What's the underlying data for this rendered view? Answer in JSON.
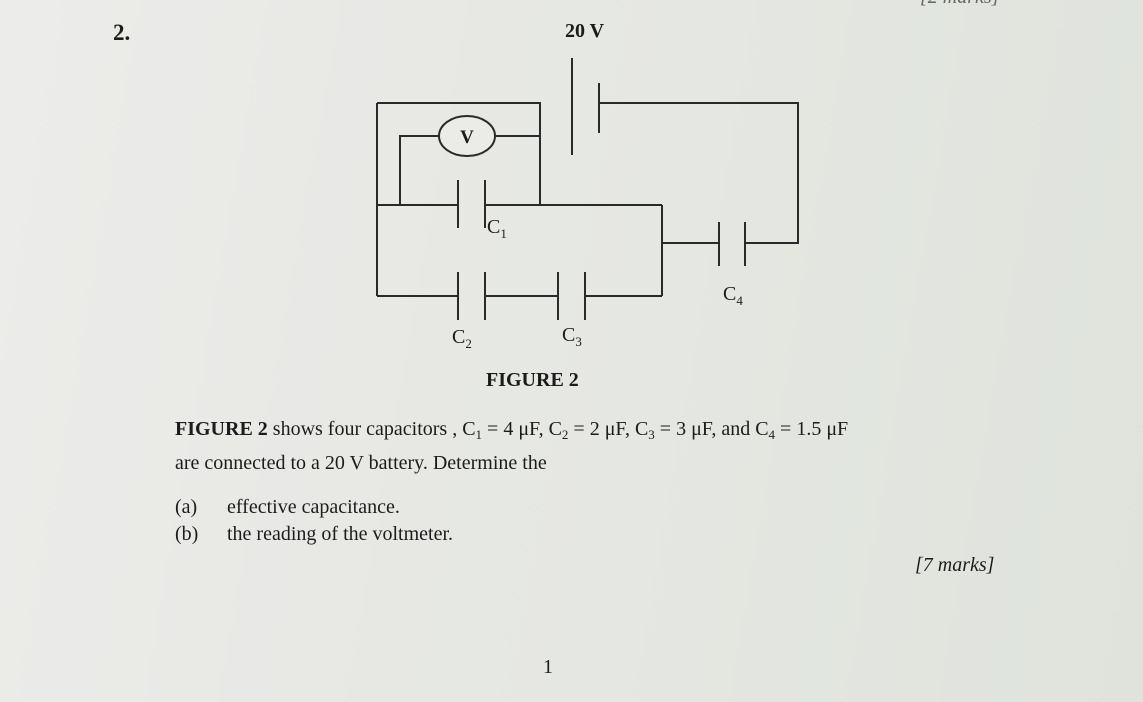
{
  "question": {
    "number": "2.",
    "top_marks_partial": "[2 marks]"
  },
  "figure": {
    "battery_label": "20 V",
    "voltmeter_label": "V",
    "capacitors": [
      {
        "symbol": "C",
        "index": "1"
      },
      {
        "symbol": "C",
        "index": "2"
      },
      {
        "symbol": "C",
        "index": "3"
      },
      {
        "symbol": "C",
        "index": "4"
      }
    ],
    "caption": "FIGURE 2"
  },
  "problem": {
    "figure_ref": "FIGURE 2",
    "intro": " shows four capacitors , ",
    "c1_value": " = 4 μF, ",
    "c2_value": " = 2 μF, ",
    "c3_value": " = 3 μF, and ",
    "c4_value": " = 1.5 μF",
    "line2": "are connected to a 20 V battery. Determine the"
  },
  "parts": [
    {
      "letter": "(a)",
      "text": "effective capacitance."
    },
    {
      "letter": "(b)",
      "text": "the reading of the voltmeter."
    }
  ],
  "marks": "[7 marks]",
  "page_number": "1"
}
